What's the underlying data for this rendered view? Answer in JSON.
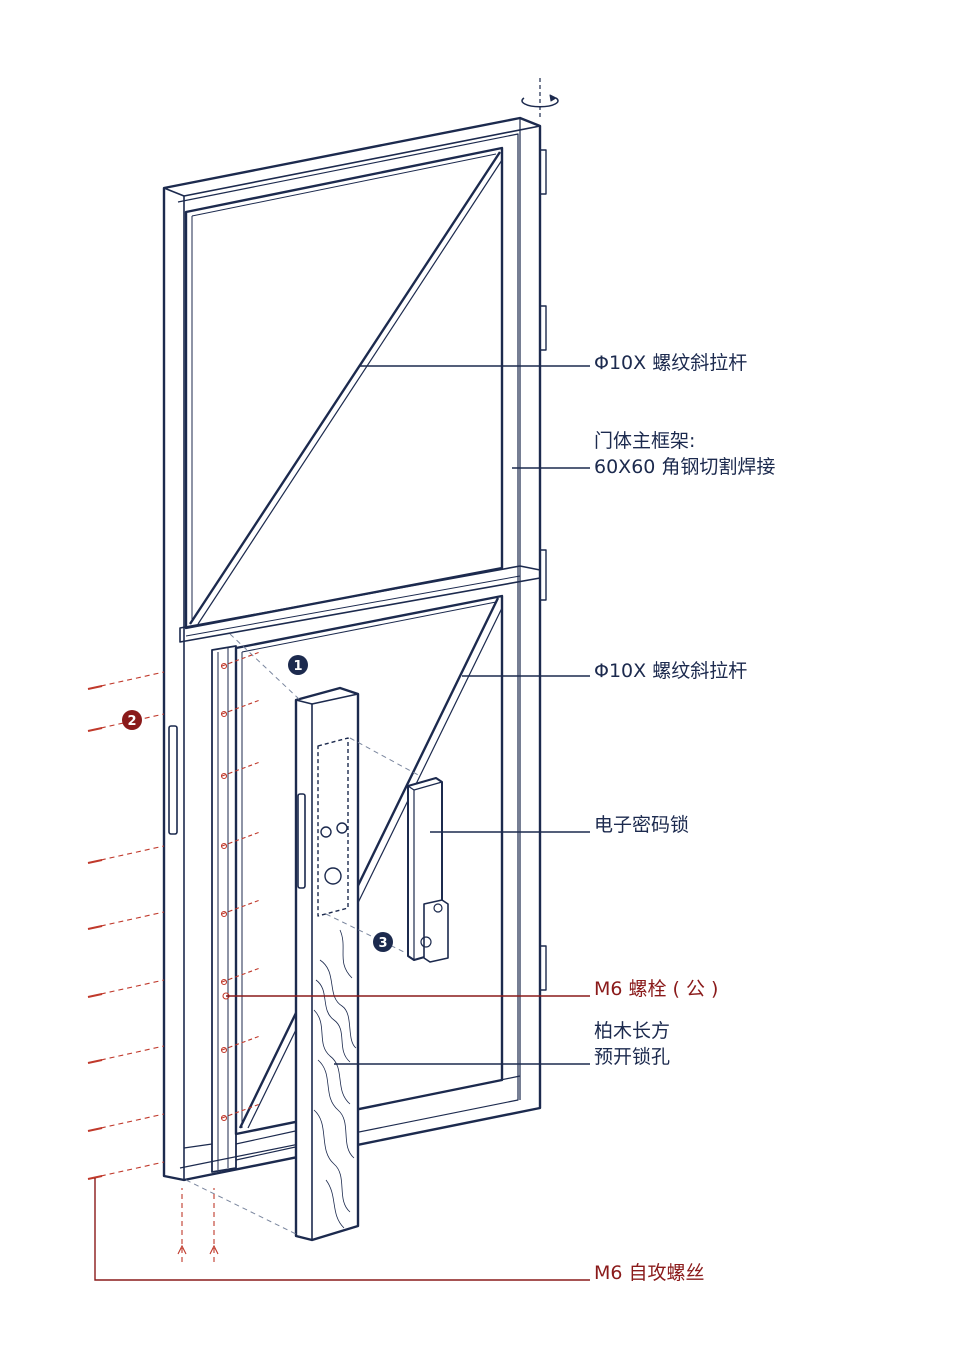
{
  "colors": {
    "frame": "#1c2a4e",
    "accent_red": "#8a1a1a",
    "screw_red": "#c0392b",
    "wood": "#1c2a4e"
  },
  "labels": {
    "diag_rod_top": "Φ10X 螺纹斜拉杆",
    "main_frame_line1": "门体主框架:",
    "main_frame_line2": "60X60 角钢切割焊接",
    "diag_rod_bottom": "Φ10X 螺纹斜拉杆",
    "smart_lock": "电子密码锁",
    "bolt": "M6 螺栓 ( 公 )",
    "cypress_line1": "柏木长方",
    "cypress_line2": "预开锁孔",
    "self_tapping": "M6 自攻螺丝"
  },
  "steps": {
    "one": "1",
    "two": "2",
    "three": "3"
  },
  "icons": {
    "rotation": "rotation-arrow-icon"
  }
}
